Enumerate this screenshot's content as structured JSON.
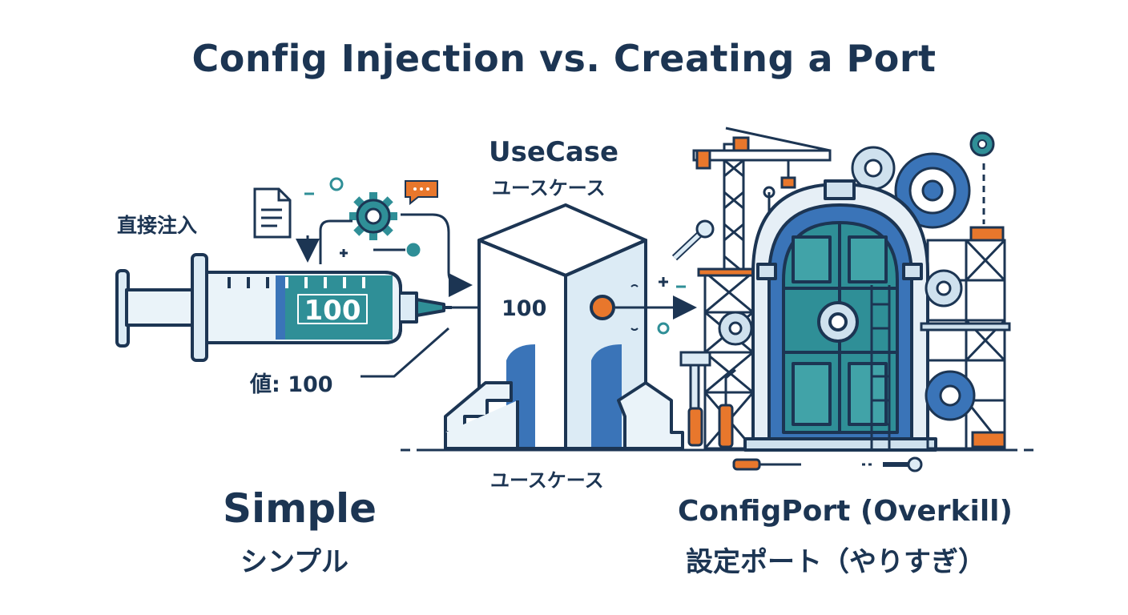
{
  "title": "Config Injection vs. Creating a Port",
  "usecase": {
    "label_en": "UseCase",
    "label_ja": "ユースケース",
    "base_label": "ユースケース"
  },
  "injection": {
    "direct_label": "直接注入",
    "value_label": "値: 100",
    "syringe_value": "100",
    "arrow_value": "100"
  },
  "simple": {
    "label_en": "Simple",
    "label_ja": "シンプル"
  },
  "port": {
    "label_en": "ConfigPort (Overkill)",
    "label_ja": "設定ポート（やりすぎ）"
  },
  "colors": {
    "navy": "#1c3553",
    "teal": "#2f8f97",
    "blue": "#3a74b8",
    "orange": "#e8772c",
    "light_blue": "#dcebf5"
  }
}
